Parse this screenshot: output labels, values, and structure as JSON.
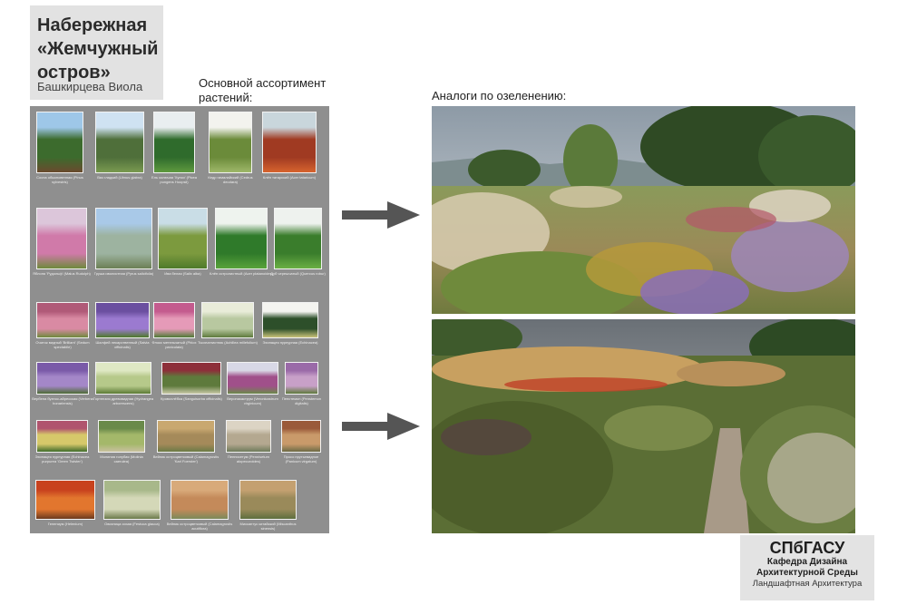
{
  "header": {
    "title": "Набережная «Жемчужный остров»",
    "author": "Башкирцева Виола"
  },
  "catalog": {
    "heading": "Основной ассортимент растений:",
    "rows": [
      [
        {
          "label": "Сосна обыкновенная (Pinus sylvestris)",
          "colors": [
            "#9ec7e8",
            "#3c6b2d",
            "#6b4a2e"
          ]
        },
        {
          "label": "Вяз гладкий (Ulmus glabra)",
          "colors": [
            "#cfe2f2",
            "#4f6f3a",
            "#7a9a50"
          ]
        },
        {
          "label": "Ель колючая 'Хупси' (Picea pungens Hoopsii)",
          "colors": [
            "#e9eef0",
            "#2f6b2c",
            "#5f9a3f"
          ]
        },
        {
          "label": "Кедр гималайский (Cedrus deodara)",
          "colors": [
            "#f3f3ee",
            "#6b8b3a",
            "#9fb86a"
          ]
        },
        {
          "label": "Клён татарский (Acer tataricum)",
          "colors": [
            "#c9d6dc",
            "#a03a22",
            "#d7642e"
          ]
        }
      ],
      [
        {
          "label": "Яблоня 'Рудольф' (Malus Rudolph)",
          "colors": [
            "#dcc6da",
            "#d07aa9",
            "#6e8a3c"
          ]
        },
        {
          "label": "Груша иволистная (Pyrus salicifolia)",
          "colors": [
            "#a9c9e8",
            "#9db3a0",
            "#6b7f55"
          ]
        },
        {
          "label": "Ива белая (Salix alba)",
          "colors": [
            "#c9dde6",
            "#7c9a3e",
            "#4e7a2a"
          ]
        },
        {
          "label": "Клён остролистный (Acer platanoides)",
          "colors": [
            "#eef3ee",
            "#2f7a2a",
            "#5aa33a"
          ]
        },
        {
          "label": "Дуб черешчатый (Quercus robur)",
          "colors": [
            "#eef2ee",
            "#3a7d2c",
            "#6bb044"
          ]
        }
      ],
      [
        {
          "label": "Очиток видный 'Brilliant' (Sedum spectabile)",
          "colors": [
            "#b05a78",
            "#d98aa3",
            "#6e8a3c"
          ]
        },
        {
          "label": "Шалфей лекарственный (Salvia officinalis)",
          "colors": [
            "#6b4fa0",
            "#9b7ad0",
            "#4e7a2a"
          ]
        },
        {
          "label": "Флокс метельчатый (Phlox paniculata)",
          "colors": [
            "#c45b8e",
            "#e59ab8",
            "#4f7a35"
          ]
        },
        {
          "label": "Тысячелистник (Achillea millefolium)",
          "colors": [
            "#e9ecd9",
            "#b8c8a0",
            "#5e7a3c"
          ]
        },
        {
          "label": "Эхинацея пурпурная (Echinacea)",
          "colors": [
            "#f4f4f0",
            "#2d4f2a",
            "#c9c27a"
          ]
        }
      ],
      [
        {
          "label": "Вербена буэнос-айресская (Verbena bonariensis)",
          "colors": [
            "#7a5aa8",
            "#a487c8",
            "#4d6b35"
          ]
        },
        {
          "label": "Гортензия древовидная (Hydrangea arborescens)",
          "colors": [
            "#dfe8c4",
            "#b6c98a",
            "#5b7a34"
          ]
        },
        {
          "label": "Кровохлёбка (Sanguisorba officinalis)",
          "colors": [
            "#8d2f3a",
            "#5e7a3c",
            "#c9c9a8"
          ]
        },
        {
          "label": "Вероникаструм (Veronicastrum virginicum)",
          "colors": [
            "#d8d8e6",
            "#a0508a",
            "#6b8a4a"
          ]
        },
        {
          "label": "Пенстемон (Penstemon digitalis)",
          "colors": [
            "#9a6aa8",
            "#c8a0c8",
            "#5e7a3c"
          ]
        }
      ],
      [
        {
          "label": "Эхинацея пурпурная (Echinacea purpurea 'Green Twister')",
          "colors": [
            "#b0546e",
            "#d6c86a",
            "#3f6b2a"
          ]
        },
        {
          "label": "Молиния голубая (Molinia caerulea)",
          "colors": [
            "#6a8a4a",
            "#a4b86a",
            "#c9c0a0"
          ]
        },
        {
          "label": "Вейник остроцветковый (Calamagrostis 'Karl Foerster')",
          "colors": [
            "#c9a870",
            "#a58a5a",
            "#6b7a45"
          ]
        },
        {
          "label": "Пеннисетум (Pennisetum alopecuroides)",
          "colors": [
            "#dcd4c4",
            "#b4a890",
            "#6e7a5a"
          ]
        },
        {
          "label": "Просо прутьевидное (Panicum virgatum)",
          "colors": [
            "#9a5a3a",
            "#c99a6a",
            "#6b6a45"
          ]
        }
      ],
      [
        {
          "label": "Гелениум (Helenium)",
          "colors": [
            "#c8421e",
            "#e2762e",
            "#6b3a1e"
          ]
        },
        {
          "label": "Овсяница сизая (Festuca glauca)",
          "colors": [
            "#a8b88a",
            "#d4d8b8",
            "#6b7a4a"
          ]
        },
        {
          "label": "Вейник остроцветковый (Calamagrostis acutiflora)",
          "colors": [
            "#d8aa7a",
            "#c48a5a",
            "#7a8a5a"
          ]
        },
        {
          "label": "Мискантус китайский (Miscanthus sinensis)",
          "colors": [
            "#c4a070",
            "#9a8a5a",
            "#5e6e3e"
          ]
        }
      ]
    ]
  },
  "analogs": {
    "heading": "Аналоги по озеленению:"
  },
  "footer": {
    "org": "СПбГАСУ",
    "dept_line1": "Кафедра Дизайна",
    "dept_line2": "Архитектурной Среды",
    "specialty": "Ландшафтная Архитектура"
  }
}
